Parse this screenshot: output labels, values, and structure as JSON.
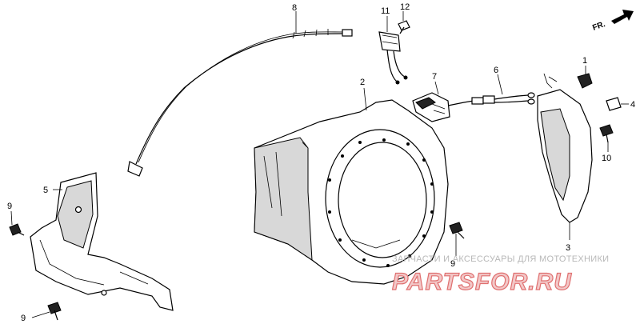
{
  "diagram": {
    "orientation_label": "FR.",
    "callouts": {
      "c1": "1",
      "c2": "2",
      "c3": "3",
      "c4": "4",
      "c5": "5",
      "c6": "6",
      "c7": "7",
      "c8": "8",
      "c9a": "9",
      "c9b": "9",
      "c9c": "9",
      "c10": "10",
      "c11": "11",
      "c12": "12"
    }
  },
  "watermark": {
    "tagline": "ЗАПЧАСТИ И АКСЕССУАРЫ ДЛЯ МОТОТЕХНИКИ",
    "brand": "PARTSFOR.RU"
  }
}
